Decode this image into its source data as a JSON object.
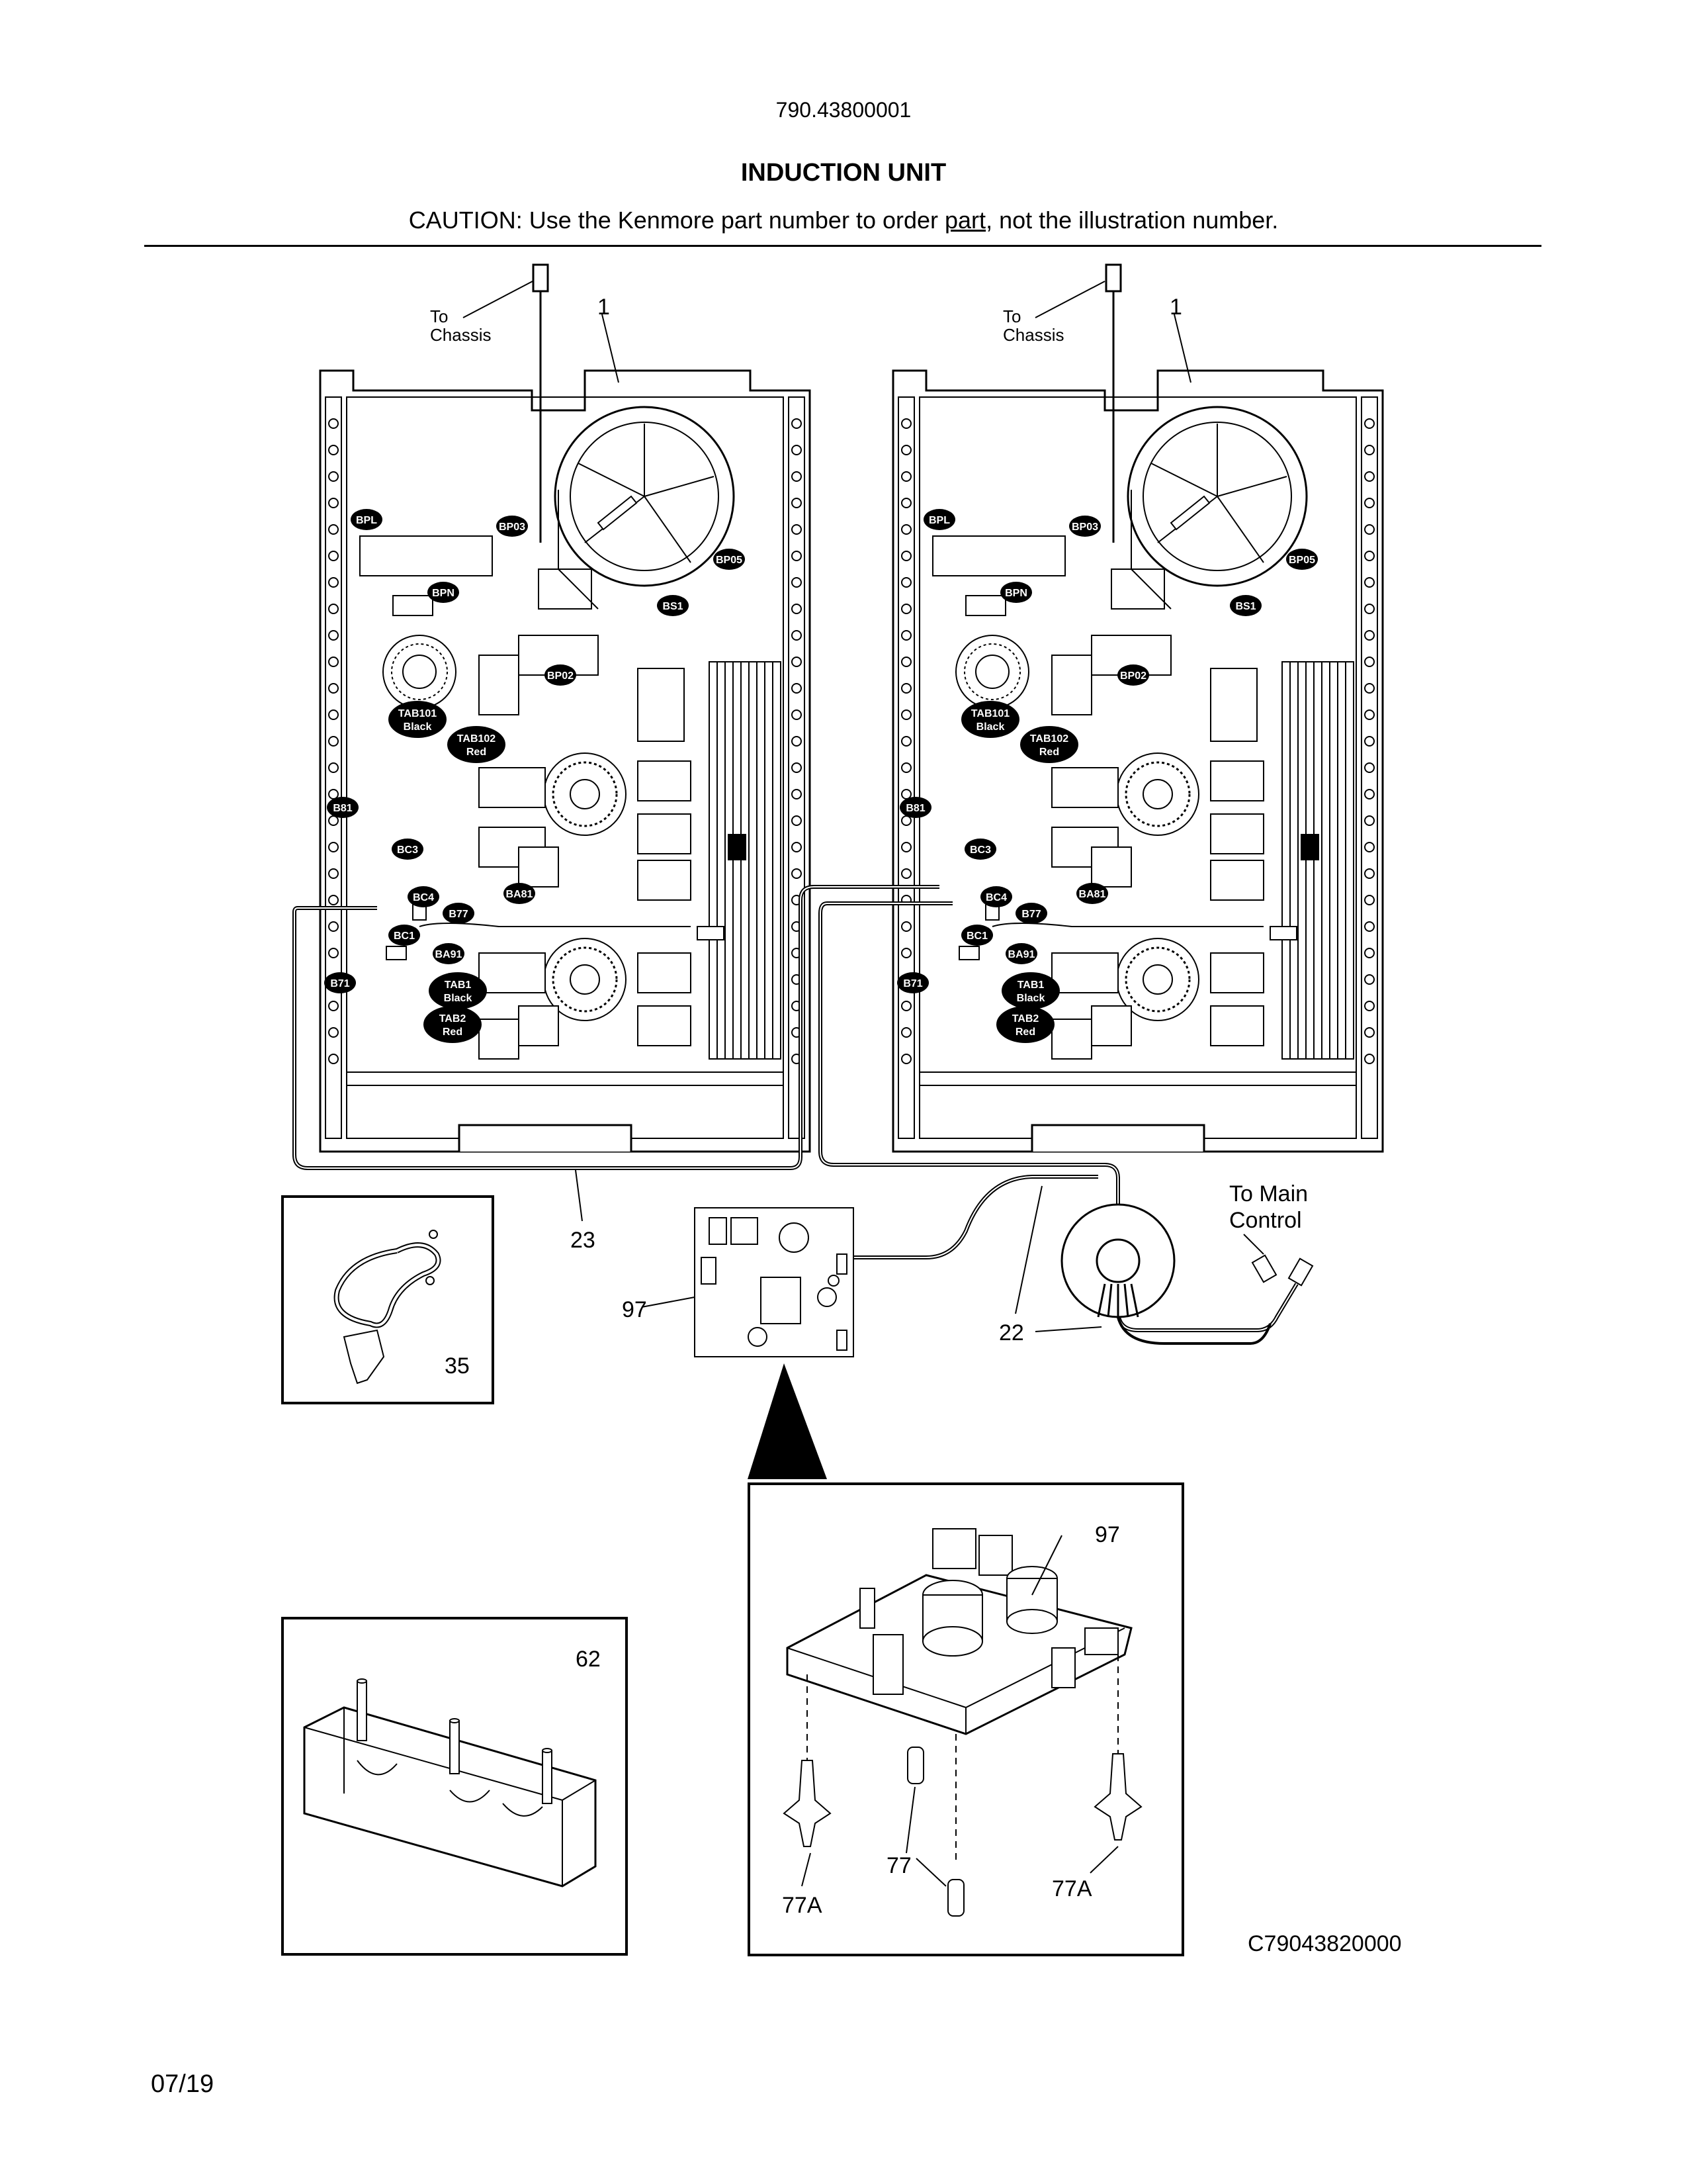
{
  "header": {
    "model_number": "790.43800001",
    "title": "INDUCTION UNIT",
    "caution_prefix": "CAUTION: Use the Kenmore part number to order ",
    "caution_link": "part",
    "caution_suffix": ", not the illustration number."
  },
  "callouts": {
    "to_chassis_a": "To",
    "to_chassis_b": "Chassis",
    "to_main_a": "To Main",
    "to_main_b": "Control",
    "part_1": "1",
    "part_23": "23",
    "part_35": "35",
    "part_97": "97",
    "part_22": "22",
    "part_62": "62",
    "part_77": "77",
    "part_77a": "77A"
  },
  "board_labels": [
    "BPL",
    "BP03",
    "BP05",
    "BPN",
    "BS1",
    "BP02",
    "TAB101 Black",
    "TAB102 Red",
    "B81",
    "BC3",
    "BC4",
    "BA81",
    "B77",
    "BC1",
    "BA91",
    "B71",
    "TAB1 Black",
    "TAB2 Red"
  ],
  "footer": {
    "drawing_code": "C79043820000",
    "date": "07/19"
  }
}
